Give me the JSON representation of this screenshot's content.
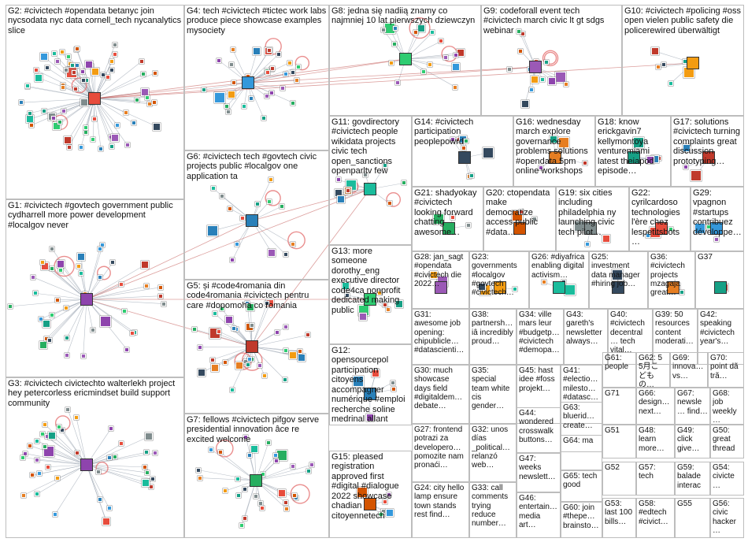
{
  "graph": {
    "groups": [
      {
        "id": "G2",
        "label": "G2: #civictech #opendata betanyc join nycsodata nyc data cornell_tech nycanalytics slice"
      },
      {
        "id": "G4",
        "label": "G4: tech #civictech #tictec work labs produce piece showcase examples mysociety"
      },
      {
        "id": "G8",
        "label": "G8: jedna się nadiią znamy co najmniej 10 lat pierwszych dziewczyn"
      },
      {
        "id": "G9",
        "label": "G9: codeforall event tech #civictech march civic lt gt sdgs webinar"
      },
      {
        "id": "G10",
        "label": "G10: #civictech #policing #oss open vielen public safety die policerewired überwältigt"
      },
      {
        "id": "G11",
        "label": "G11: govdirectory #civictech people wikidata projects civic tech open_sanctions openparltv few"
      },
      {
        "id": "G14",
        "label": "G14: #civictech participation peoplepowrd"
      },
      {
        "id": "G16",
        "label": "G16: wednesday march explore governance problems solutions #opendata 5pm online workshops"
      },
      {
        "id": "G18",
        "label": "G18: know erickgavin7 kellymontoya venturemiami latest theiapod episode…"
      },
      {
        "id": "G17",
        "label": "G17: solutions #civictech turning complaints great discussion prototyping…"
      },
      {
        "id": "G6",
        "label": "G6: #civictech tech #govtech civic projects public #localgov one application ta"
      },
      {
        "id": "G1",
        "label": "G1: #civictech #govtech government public cydharrell more power development #localgov never"
      },
      {
        "id": "G21",
        "label": "G21: shadyokay #civictech looking forward chatting awesome…"
      },
      {
        "id": "G20",
        "label": "G20: ctopendata make democratize access public #data…"
      },
      {
        "id": "G19",
        "label": "G19: six cities including philadelphia ny launching civic tech pilot…"
      },
      {
        "id": "G22",
        "label": "G22: cyrilcardoso technologies l'ère chez lespetitsbots…"
      },
      {
        "id": "G29",
        "label": "G29: vpagnon #startups contribuez développe…"
      },
      {
        "id": "G13",
        "label": "G13: more someone dorothy_eng executive director code4ca nonprofit dedicated making public"
      },
      {
        "id": "G28",
        "label": "G28: jan_sagt #opendata #civictech die 2022…"
      },
      {
        "id": "G23",
        "label": "G23: governments #localgov #govtech #civictech…"
      },
      {
        "id": "G26",
        "label": "G26: #diyafrica enabling digital activism…"
      },
      {
        "id": "G25",
        "label": "G25: investment data manager #hiring job…"
      },
      {
        "id": "G36",
        "label": "G36: #civictech projects mzagaja great…"
      },
      {
        "id": "G37",
        "label": "G37"
      },
      {
        "id": "G5",
        "label": "G5: și #code4romania din code4romania #civictech pentru care #dopomoha co romania"
      },
      {
        "id": "G31",
        "label": "G31: awesome job opening: chipublicle… #datascienti…"
      },
      {
        "id": "G38",
        "label": "G38: partnersh… iâ incredibly proud…"
      },
      {
        "id": "G34",
        "label": "G34: ville mars leur #budgetp… #civictech #demopa…"
      },
      {
        "id": "G43",
        "label": "G43: gareth's newsletter always…"
      },
      {
        "id": "G40",
        "label": "G40: #civictech decentral… tech vital…"
      },
      {
        "id": "G39",
        "label": "G39: 50 resources content moderati…"
      },
      {
        "id": "G42",
        "label": "G42: speaking #civictech year's…"
      },
      {
        "id": "G12",
        "label": "G12: opensourcepol participation citoyens accompagner numérique #emploi recherche soline medrinal allant"
      },
      {
        "id": "G30",
        "label": "G30: much showcase days field #digitaldem… debate…"
      },
      {
        "id": "G35",
        "label": "G35: special team white cis gender…"
      },
      {
        "id": "G45",
        "label": "G45: hast idee #foss projekt…"
      },
      {
        "id": "G41",
        "label": "G41: #electio… milesto… #datasc…"
      },
      {
        "id": "G61",
        "label": "G61: people"
      },
      {
        "id": "G62",
        "label": "G62: 5 5月こ どもの…"
      },
      {
        "id": "G69",
        "label": "G69: innova… vs…"
      },
      {
        "id": "G70",
        "label": "G70: point dã trã…"
      },
      {
        "id": "G3",
        "label": "G3: #civictech civictechto walterlekh project hey petercorless ericmindset build support community"
      },
      {
        "id": "G7",
        "label": "G7: fellows #civictech pifgov serve presidential innovation âce re excited welcome"
      },
      {
        "id": "G44",
        "label": "G44: wondered crosswalk buttons…"
      },
      {
        "id": "G63",
        "label": "G63: bluerid… create…"
      },
      {
        "id": "G71",
        "label": "G71"
      },
      {
        "id": "G66",
        "label": "G66: design… next…"
      },
      {
        "id": "G67",
        "label": "G67: newsle… find…"
      },
      {
        "id": "G68",
        "label": "G68: job weekly…"
      },
      {
        "id": "G27",
        "label": "G27: frontend potrazi za developero… pomozite nam pronaći…"
      },
      {
        "id": "G32",
        "label": "G32: unos días _political… relanzó web…"
      },
      {
        "id": "G64",
        "label": "G64: ma"
      },
      {
        "id": "G51",
        "label": "G51"
      },
      {
        "id": "G48",
        "label": "G48: learn more…"
      },
      {
        "id": "G49",
        "label": "G49: click give…"
      },
      {
        "id": "G50",
        "label": "G50: great thread…"
      },
      {
        "id": "G15",
        "label": "G15: pleased registration approved first #digital #dialogue 2022 showcase chadian citoyennetech"
      },
      {
        "id": "G47",
        "label": "G47: weeks newslett…"
      },
      {
        "id": "G52",
        "label": "G52"
      },
      {
        "id": "G57",
        "label": "G57: tech"
      },
      {
        "id": "G59",
        "label": "G59: balade interac…"
      },
      {
        "id": "G54",
        "label": "G54: civicte…"
      },
      {
        "id": "G24",
        "label": "G24: city hello lamp ensure town stands rest find…"
      },
      {
        "id": "G33",
        "label": "G33: call comments trying reduce number…"
      },
      {
        "id": "G46",
        "label": "G46: entertain… media art…"
      },
      {
        "id": "G65",
        "label": "G65: tech good"
      },
      {
        "id": "G60",
        "label": "G60: join #thepe… brainsto…"
      },
      {
        "id": "G53",
        "label": "G53: last 100 bills…"
      },
      {
        "id": "G58",
        "label": "G58: #edtech #civict…"
      },
      {
        "id": "G55",
        "label": "G55"
      },
      {
        "id": "G56",
        "label": "G56: civic hacker…"
      }
    ]
  }
}
